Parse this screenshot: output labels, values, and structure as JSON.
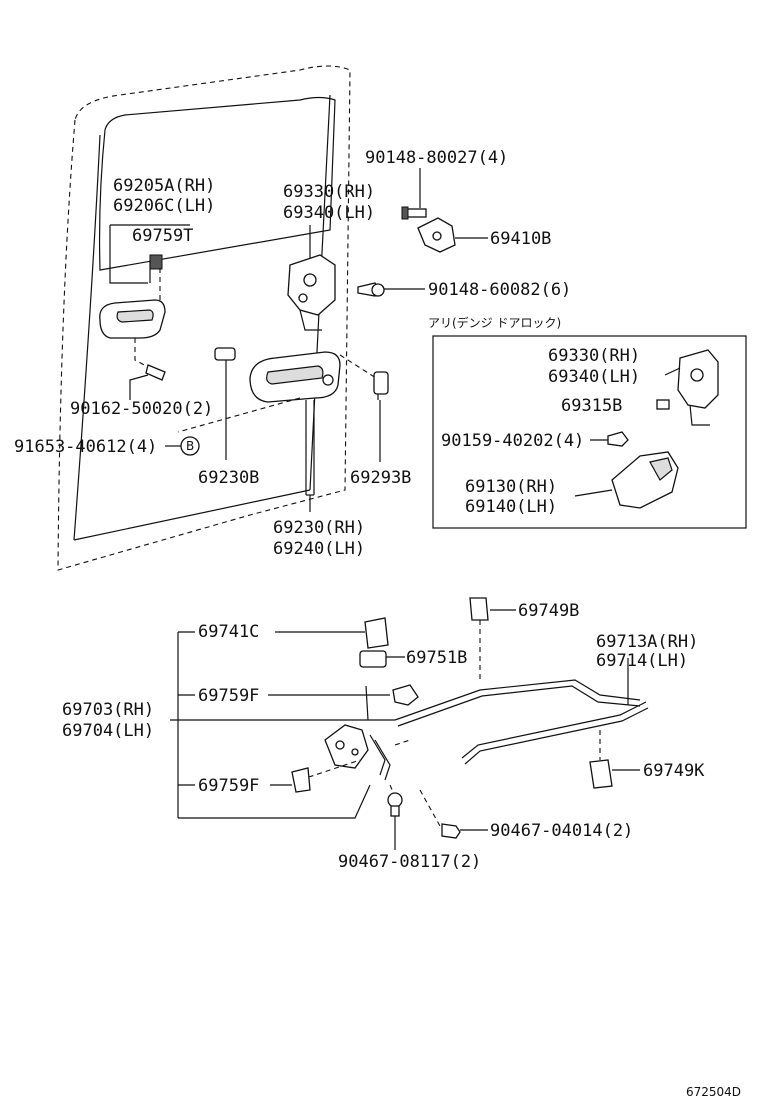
{
  "labels": {
    "p69205A": "69205A(RH)",
    "p69206C": "69206C(LH)",
    "p69759T": "69759T",
    "p90162": "90162-50020(2)",
    "p91653": "91653-40612(4)",
    "callout_b": "B",
    "p69330": "69330(RH)",
    "p69340": "69340(LH)",
    "p90148_80027": "90148-80027(4)",
    "p69410B": "69410B",
    "p90148_60082": "90148-60082(6)",
    "p69230B": "69230B",
    "p69293B": "69293B",
    "p69230": "69230(RH)",
    "p69240": "69240(LH)",
    "box_title": "アリ(デンジ ドアロック)",
    "box_69330": "69330(RH)",
    "box_69340": "69340(LH)",
    "box_69315B": "69315B",
    "box_90159": "90159-40202(4)",
    "box_69130": "69130(RH)",
    "box_69140": "69140(LH)",
    "p69741C": "69741C",
    "p69749B": "69749B",
    "p69751B": "69751B",
    "p69713A": "69713A(RH)",
    "p69714": "69714(LH)",
    "p69759F_top": "69759F",
    "p69703": "69703(RH)",
    "p69704": "69704(LH)",
    "p69749K": "69749K",
    "p69759F_bottom": "69759F",
    "p90467_04014": "90467-04014(2)",
    "p90467_08117": "90467-08117(2)",
    "figure_id": "672504D"
  }
}
